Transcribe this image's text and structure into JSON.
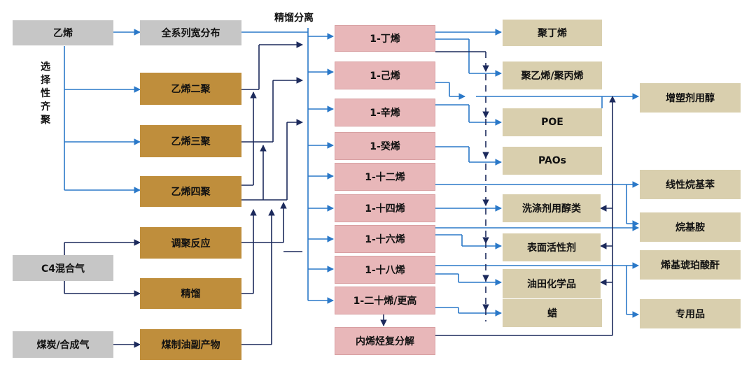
{
  "colors": {
    "light_arrow": "#2a78c8",
    "dark_arrow": "#1c2a5c",
    "gray": "#c6c6c6",
    "brown": "#bf8e3c",
    "pink": "#e8b7b9",
    "tan": "#d9cfae"
  },
  "sources": {
    "ethylene": "乙烯",
    "c4_gas": "C4混合气",
    "coal": "煤炭/合成气"
  },
  "selective_label": "选择性齐聚",
  "distill_label": "精馏分离",
  "processes": {
    "full_range": "全系列宽分布",
    "dimer": "乙烯二聚",
    "trimer": "乙烯三聚",
    "tetramer": "乙烯四聚",
    "telomer": "调聚反应",
    "distill": "精馏",
    "coal_byproduct": "煤制油副产物"
  },
  "olefins": [
    "1-丁烯",
    "1-己烯",
    "1-辛烯",
    "1-癸烯",
    "1-十二烯",
    "1-十四烯",
    "1-十六烯",
    "1-十八烯",
    "1-二十烯/更高"
  ],
  "recycle": "内烯烃复分解",
  "products_mid": [
    "聚丁烯",
    "聚乙烯/聚丙烯",
    "POE",
    "PAOs",
    "洗涤剂用醇类",
    "表面活性剂",
    "油田化学品",
    "蜡"
  ],
  "products_right": [
    "增塑剂用醇",
    "线性烷基苯",
    "烷基胺",
    "烯基琥珀酸酐",
    "专用品"
  ]
}
